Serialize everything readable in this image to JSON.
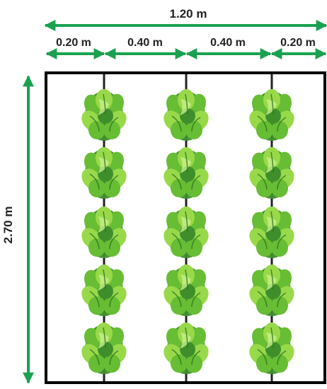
{
  "dimensions": {
    "total_width": "1.20 m",
    "segments": [
      "0.20 m",
      "0.40 m",
      "0.40 m",
      "0.20 m"
    ],
    "height": "2.70 m"
  },
  "layout": {
    "rows": 5,
    "columns": 3
  },
  "icons": {
    "plant": "lettuce-plant-icon"
  },
  "colors": {
    "arrow": "#1aa150",
    "line": "#222222",
    "border": "#000000",
    "leaf_dark": "#3f8e2c",
    "leaf_mid": "#67bd33",
    "leaf_light": "#98d94a",
    "leaf_pale": "#c9ef8a"
  }
}
